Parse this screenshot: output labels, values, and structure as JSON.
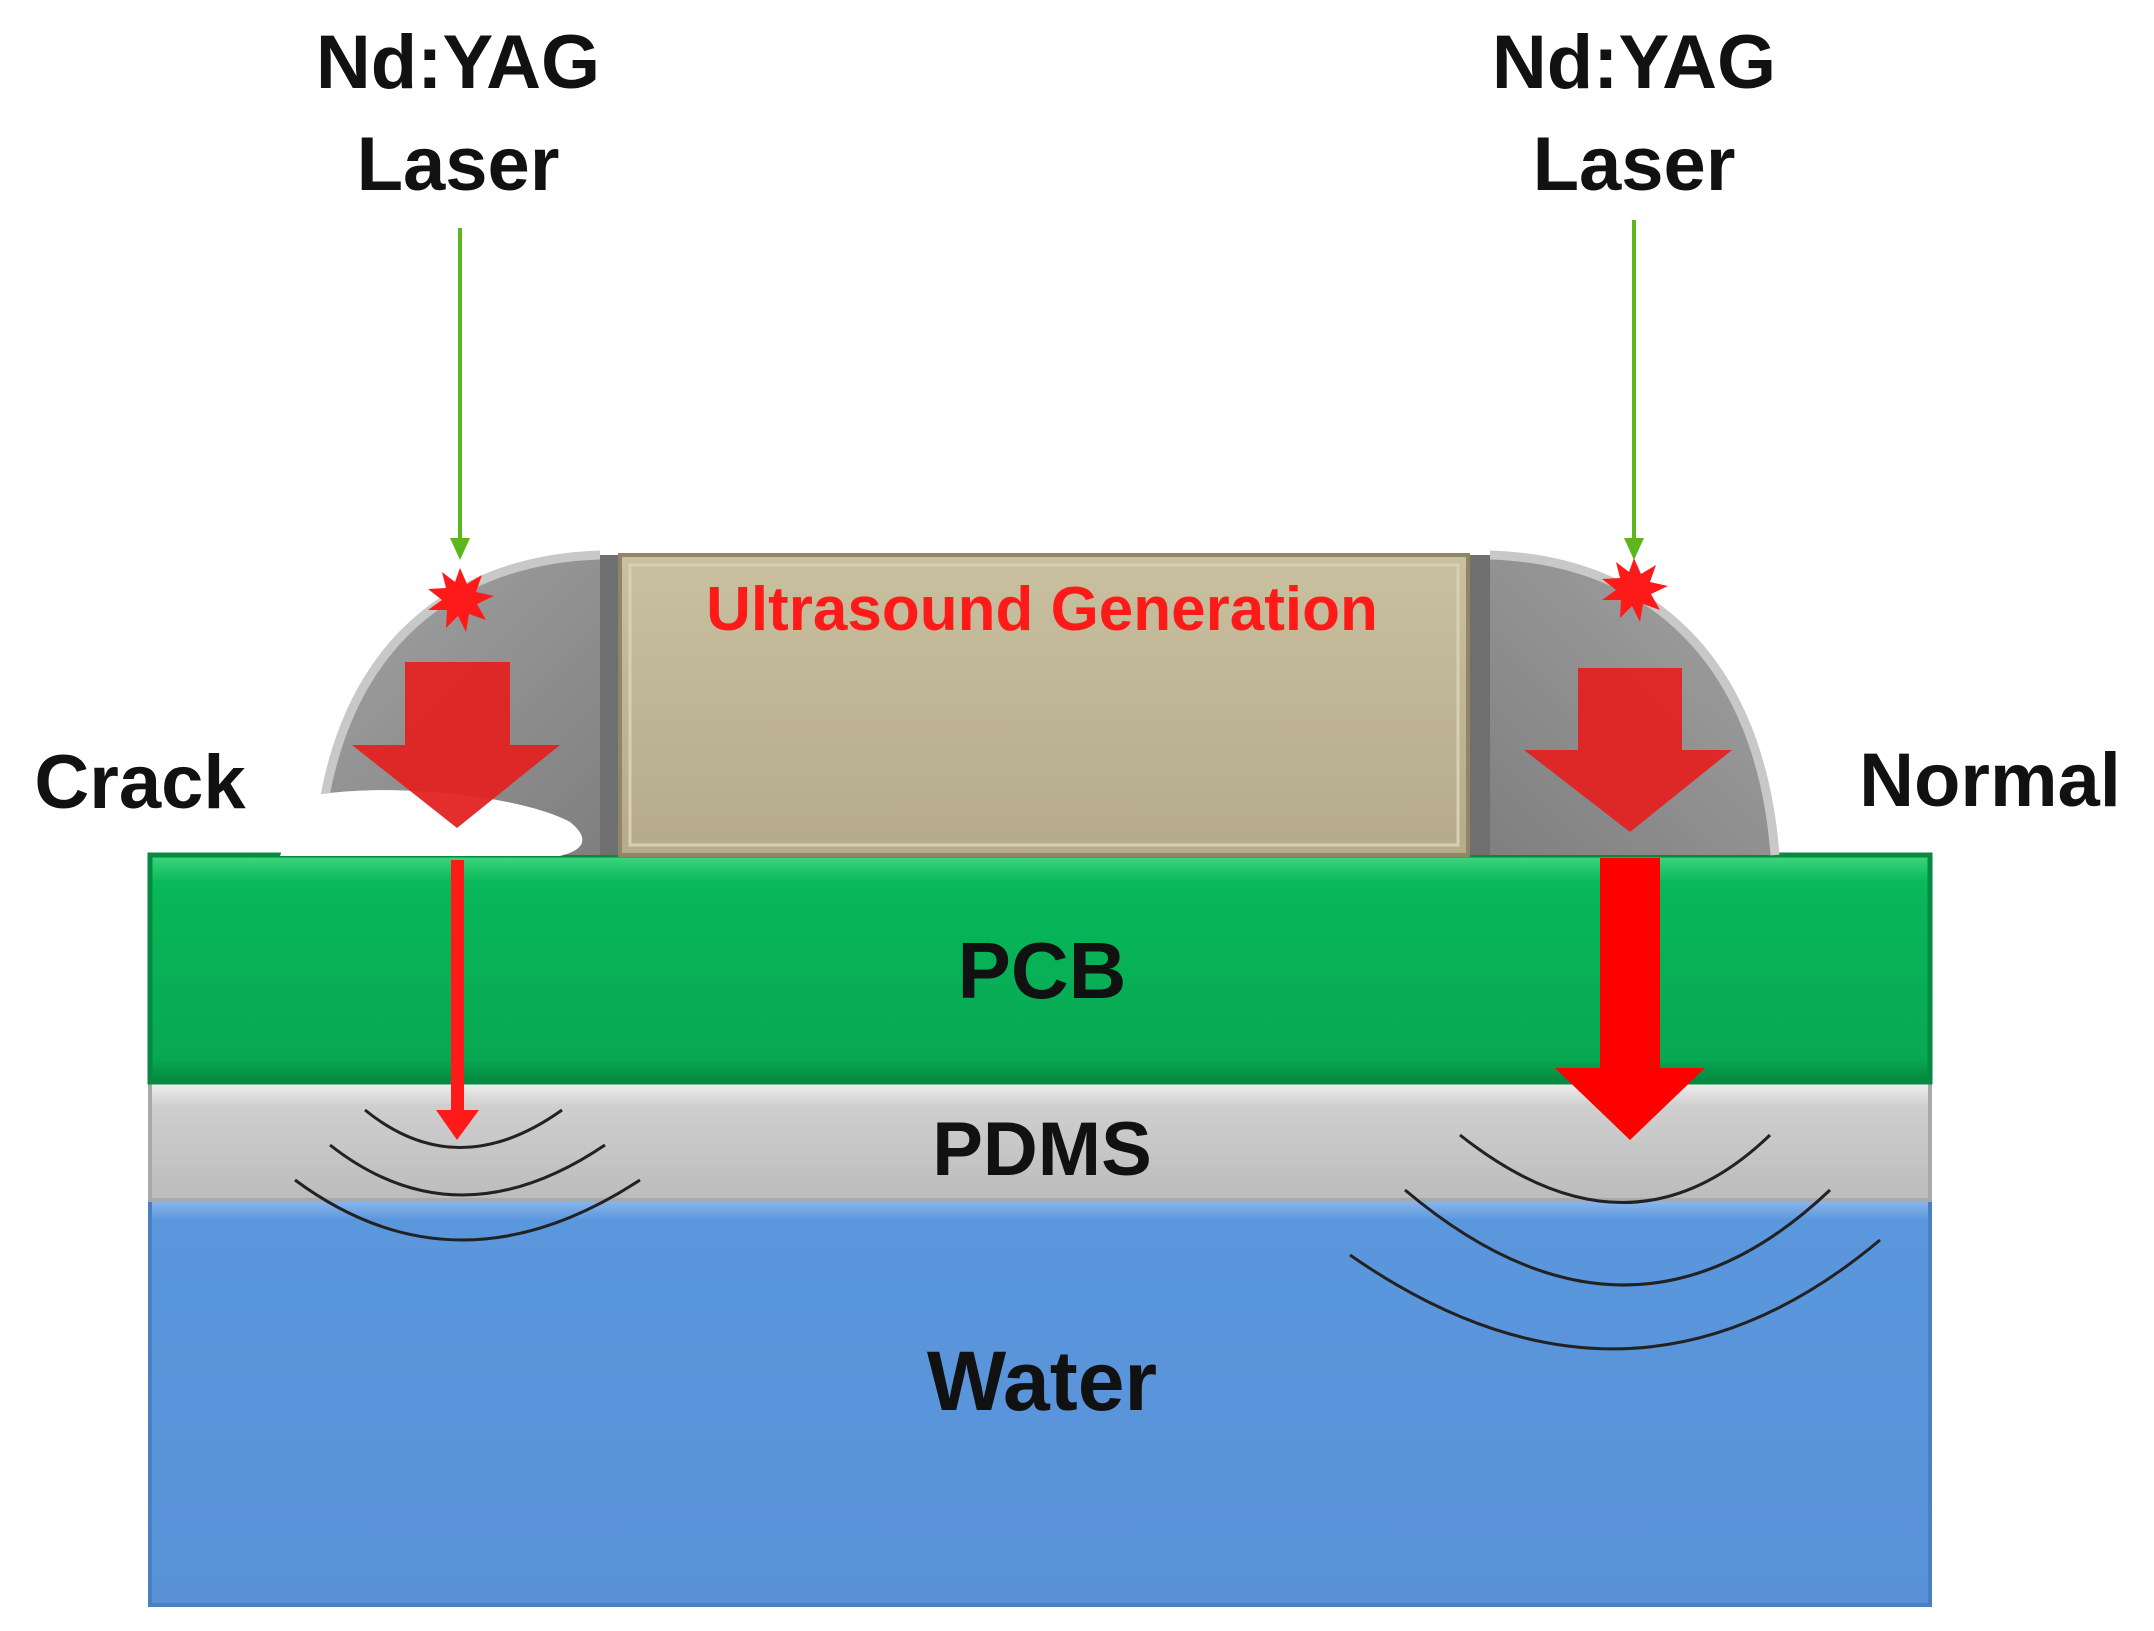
{
  "labels": {
    "laser_left_line1": "Nd:YAG",
    "laser_left_line2": "Laser",
    "laser_right_line1": "Nd:YAG",
    "laser_right_line2": "Laser",
    "ultrasound": "Ultrasound Generation",
    "crack": "Crack",
    "normal": "Normal",
    "pcb": "PCB",
    "pdms": "PDMS",
    "water": "Water"
  },
  "colors": {
    "pcb": "#08b85a",
    "pdms": "#cccccc",
    "water": "#5b97dd",
    "component_body": "#bdb392",
    "solder": "#8c8c8c",
    "laser_beam": "#5cb61d",
    "arrow": "#e32323",
    "ultrasound_text": "#ff1a1a"
  }
}
